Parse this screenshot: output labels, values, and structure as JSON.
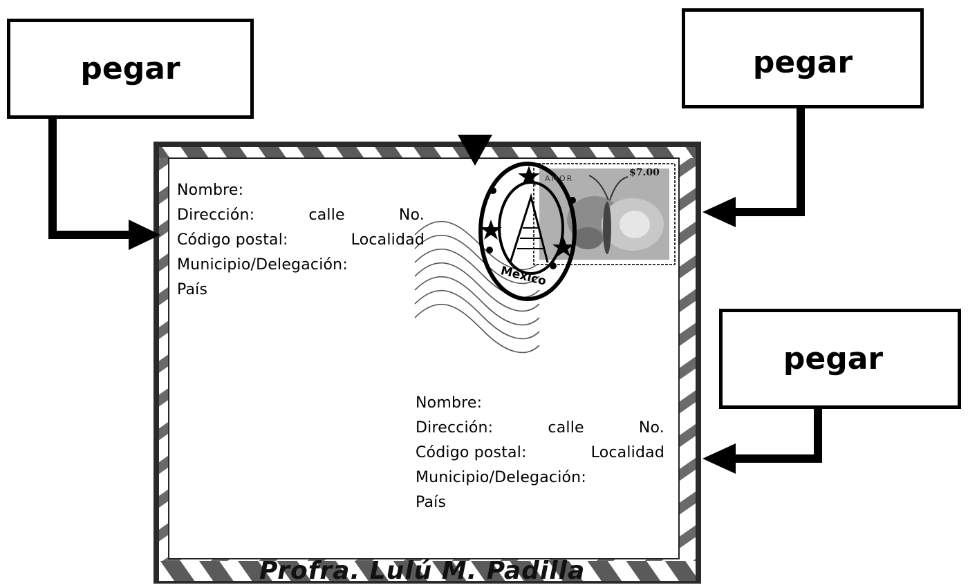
{
  "labels": {
    "left": "pegar",
    "right": "pegar",
    "lower": "pegar"
  },
  "sender": {
    "nombre": "Nombre:",
    "direccion": "Dirección:",
    "calle": "calle",
    "numero": "No.",
    "codigo_postal": "Código postal:",
    "localidad": "Localidad",
    "municipio": "Municipio/Delegación:",
    "pais": "País"
  },
  "recipient": {
    "nombre": "Nombre:",
    "direccion": "Dirección:",
    "calle": "calle",
    "numero": "No.",
    "codigo_postal": "Código postal:",
    "localidad": "Localidad",
    "municipio": "Municipio/Delegación:",
    "pais": "País"
  },
  "stamp": {
    "postmark_text": "México",
    "price": "$7.00",
    "word": "AMOR"
  },
  "footer": {
    "credit": "Profra. Lulú M. Padilla"
  },
  "colors": {
    "ink": "#000000",
    "stripe_dark": "#555555",
    "stripe_light": "#ffffff",
    "stamp_gray": "#9a9a9a"
  }
}
